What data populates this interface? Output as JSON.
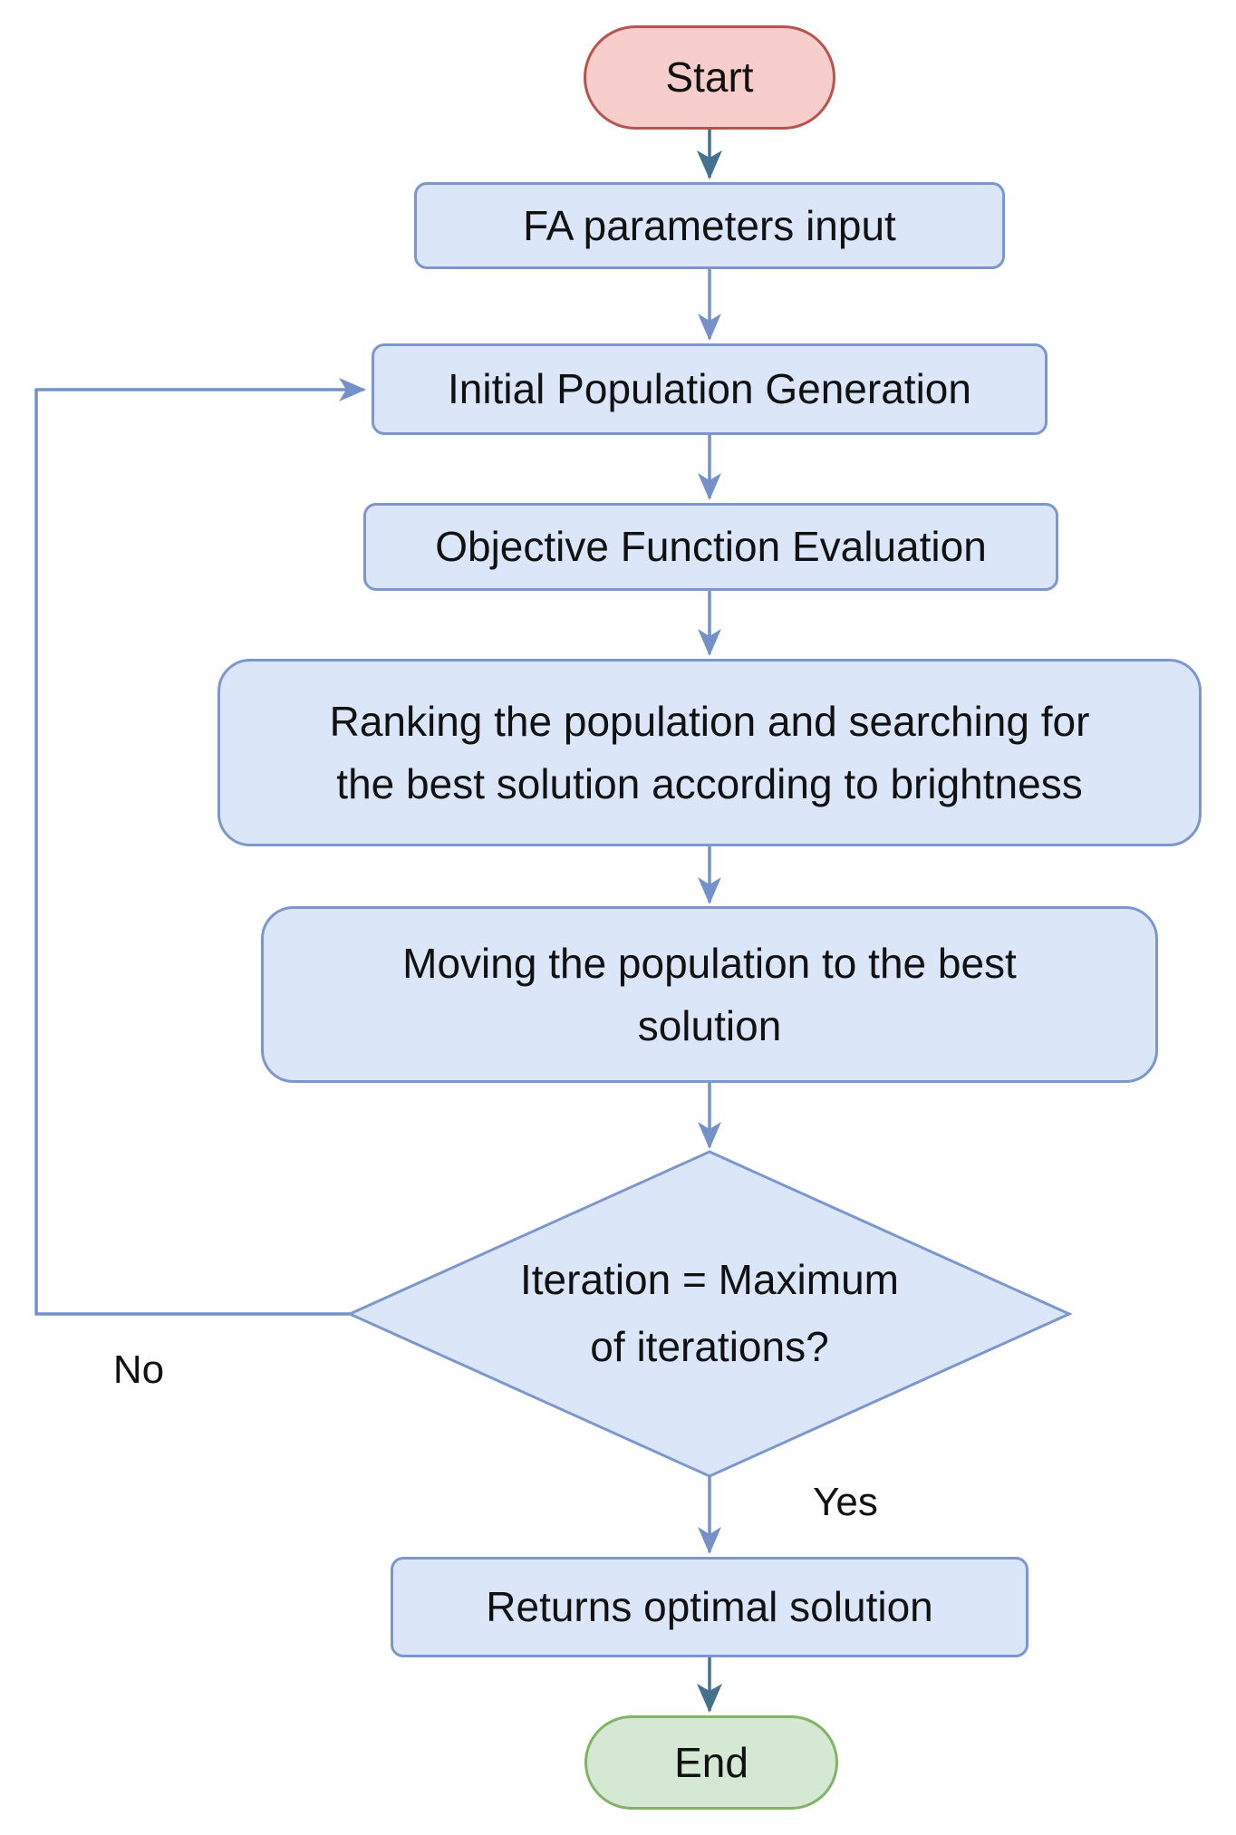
{
  "flowchart": {
    "nodes": {
      "start": {
        "shape": "terminator",
        "label": "Start"
      },
      "fa_input": {
        "shape": "process",
        "label": "FA parameters input"
      },
      "init_pop": {
        "shape": "process",
        "label": "Initial Population Generation"
      },
      "objective": {
        "shape": "process",
        "label": "Objective Function Evaluation"
      },
      "ranking": {
        "shape": "process",
        "label": "Ranking the population and searching for the best solution according to brightness",
        "lines": [
          "Ranking the population and searching for",
          "the best solution according to brightness"
        ]
      },
      "moving": {
        "shape": "process",
        "label": "Moving the population to the best solution",
        "lines": [
          "Moving the population to the best",
          "solution"
        ]
      },
      "decision": {
        "shape": "decision",
        "label": "Iteration = Maximum of iterations?",
        "lines": [
          "Iteration = Maximum",
          "of iterations?"
        ]
      },
      "returns": {
        "shape": "process",
        "label": "Returns optimal solution"
      },
      "end": {
        "shape": "terminator",
        "label": "End"
      }
    },
    "edge_labels": {
      "no": "No",
      "yes": "Yes"
    },
    "colors": {
      "page_bg": "#ffffff",
      "process_fill": "#dbe7f8",
      "process_stroke": "#7b97cd",
      "start_fill": "#f8cecc",
      "start_stroke": "#b85450",
      "end_fill": "#d5e8d4",
      "end_stroke": "#82b366",
      "arrow_light": "#7491c9",
      "arrow_dark": "#45708e",
      "text": "#111111"
    }
  }
}
